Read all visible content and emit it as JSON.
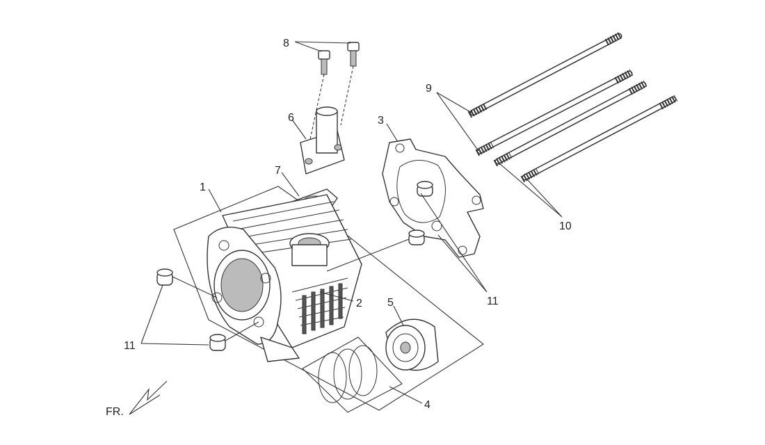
{
  "callouts": {
    "c1": "1",
    "c2": "2",
    "c3": "3",
    "c4": "4",
    "c5": "5",
    "c6": "6",
    "c7": "7",
    "c8": "8",
    "c9": "9",
    "c10": "10",
    "c11a": "11",
    "c11b": "11"
  },
  "front_marker": "FR."
}
